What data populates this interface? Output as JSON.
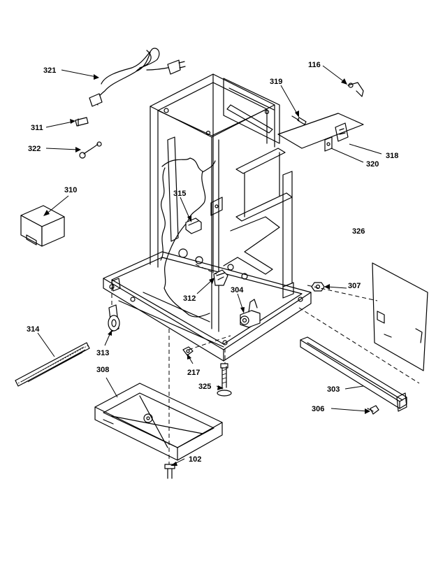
{
  "diagram": {
    "parts": [
      {
        "id": "p321",
        "label": "321"
      },
      {
        "id": "p116",
        "label": "116"
      },
      {
        "id": "p319",
        "label": "319"
      },
      {
        "id": "p311",
        "label": "311"
      },
      {
        "id": "p322",
        "label": "322"
      },
      {
        "id": "p318",
        "label": "318"
      },
      {
        "id": "p320",
        "label": "320"
      },
      {
        "id": "p310",
        "label": "310"
      },
      {
        "id": "p315",
        "label": "315"
      },
      {
        "id": "p326",
        "label": "326"
      },
      {
        "id": "p307",
        "label": "307"
      },
      {
        "id": "p312",
        "label": "312"
      },
      {
        "id": "p304",
        "label": "304"
      },
      {
        "id": "p314",
        "label": "314"
      },
      {
        "id": "p313",
        "label": "313"
      },
      {
        "id": "p217",
        "label": "217"
      },
      {
        "id": "p308",
        "label": "308"
      },
      {
        "id": "p325",
        "label": "325"
      },
      {
        "id": "p303",
        "label": "303"
      },
      {
        "id": "p306",
        "label": "306"
      },
      {
        "id": "p102",
        "label": "102"
      }
    ]
  }
}
